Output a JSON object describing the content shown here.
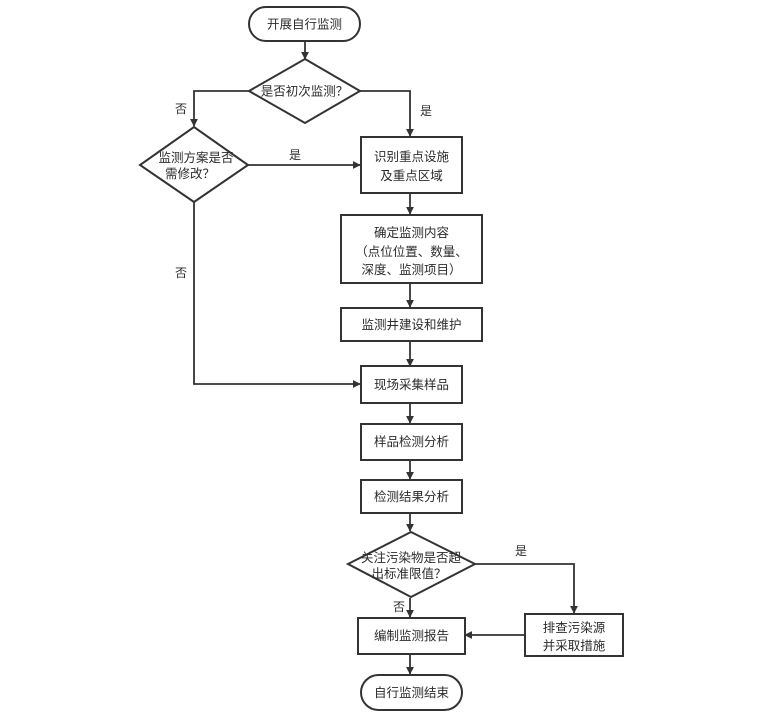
{
  "nodes": {
    "start": {
      "label": "开展自行监测"
    },
    "first_time": {
      "label": "是否初次监测？"
    },
    "need_modify": {
      "lines": [
        "监测方案是否",
        "需修改？"
      ]
    },
    "identify": {
      "lines": [
        "识别重点设施",
        "及重点区域"
      ]
    },
    "content": {
      "lines": [
        "确定监测内容",
        "（点位位置、数量、",
        "深度、监测项目）"
      ]
    },
    "well": {
      "label": "监测井建设和维护"
    },
    "sampling": {
      "label": "现场采集样品"
    },
    "testing": {
      "label": "样品检测分析"
    },
    "results": {
      "label": "检测结果分析"
    },
    "exceed": {
      "lines": [
        "关注污染物是否超",
        "出标准限值？"
      ]
    },
    "report": {
      "label": "编制监测报告"
    },
    "investigate": {
      "lines": [
        "排查污染源",
        "并采取措施"
      ]
    },
    "end": {
      "label": "自行监测结束"
    }
  },
  "edge_labels": {
    "first_yes": "是",
    "first_no": "否",
    "modify_yes": "是",
    "modify_no": "否",
    "exceed_yes": "是",
    "exceed_no": "否"
  }
}
